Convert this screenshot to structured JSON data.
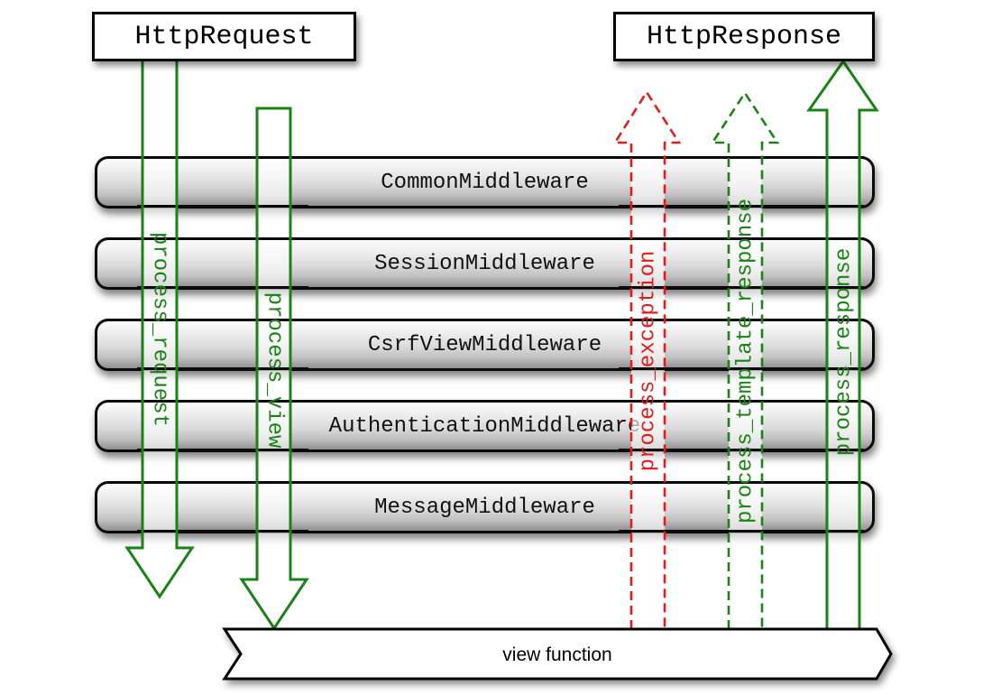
{
  "diagram": {
    "title_boxes": {
      "request": "HttpRequest",
      "response": "HttpResponse"
    },
    "middleware_layers": [
      "CommonMiddleware",
      "SessionMiddleware",
      "CsrfViewMiddleware",
      "AuthenticationMiddleware",
      "MessageMiddleware"
    ],
    "hooks": [
      {
        "label": "process_request",
        "direction": "down",
        "line_style": "solid",
        "color": "#1a8315"
      },
      {
        "label": "process_view",
        "direction": "down",
        "line_style": "solid",
        "color": "#1a8315"
      },
      {
        "label": "process_exception",
        "direction": "up",
        "line_style": "dashed",
        "color": "#e31b1b"
      },
      {
        "label": "process_template_response",
        "direction": "up",
        "line_style": "dashed",
        "color": "#1a8315"
      },
      {
        "label": "process_response",
        "direction": "up",
        "line_style": "solid",
        "color": "#1a8315"
      }
    ],
    "view_node": {
      "label": "view function"
    },
    "colors": {
      "flow_green": "#1a8315",
      "exception_red": "#e31b1b",
      "bar_border": "#0a0a0a"
    }
  }
}
